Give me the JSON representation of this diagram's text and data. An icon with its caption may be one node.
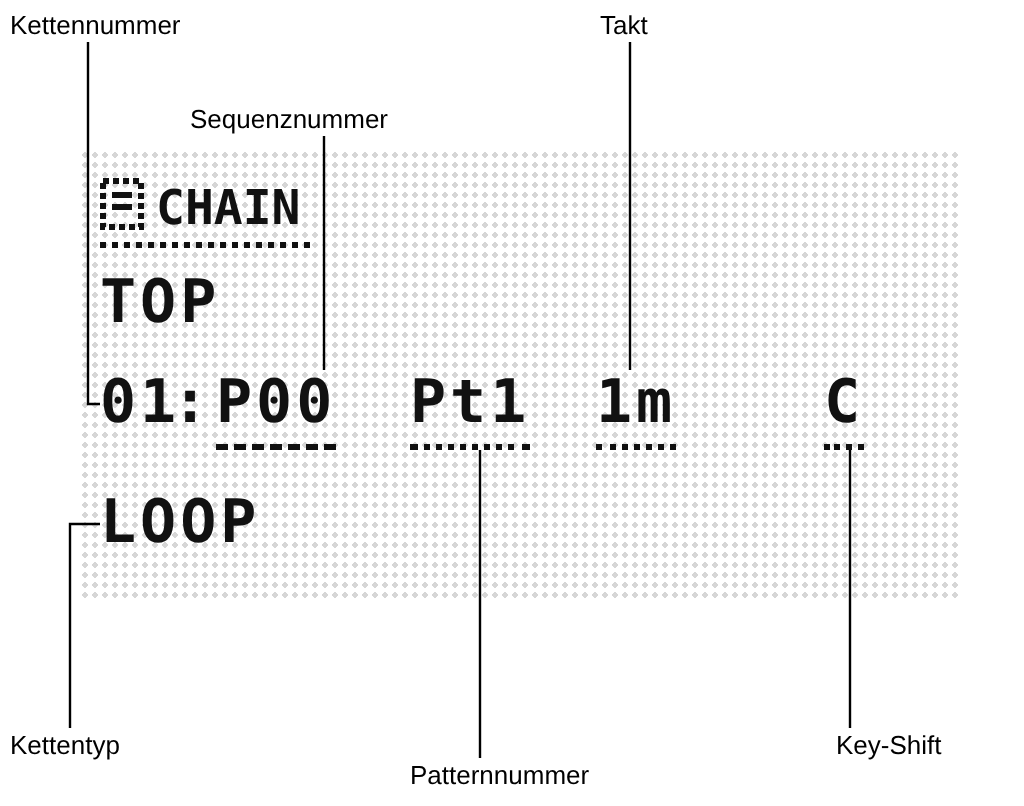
{
  "diagram": {
    "nodes": [
      {
        "text": [
          "Kettennummer"
        ]
      },
      {
        "text": [
          "Sequenznummer"
        ]
      },
      {
        "text": [
          "Takt"
        ]
      },
      {
        "text": [
          "01"
        ]
      },
      {
        "text": [
          "P00"
        ]
      },
      {
        "text": [
          "Pt1"
        ]
      },
      {
        "text": [
          "1m"
        ]
      },
      {
        "text": [
          "C"
        ]
      },
      {
        "text": [
          "LOOP"
        ]
      },
      {
        "text": [
          "Kettentyp"
        ]
      },
      {
        "text": [
          "Patternnummer"
        ]
      },
      {
        "text": [
          "Key-Shift"
        ]
      }
    ],
    "edges": [
      {
        "from": 0,
        "to": 3,
        "arrow": "none"
      },
      {
        "from": 1,
        "to": 4,
        "arrow": "none"
      },
      {
        "from": 2,
        "to": 6,
        "arrow": "none"
      },
      {
        "from": 9,
        "to": 8,
        "arrow": "none"
      },
      {
        "from": 10,
        "to": 5,
        "arrow": "none"
      },
      {
        "from": 11,
        "to": 7,
        "arrow": "none"
      }
    ],
    "labels": [
      "CHAIN",
      "TOP",
      ":"
    ]
  }
}
